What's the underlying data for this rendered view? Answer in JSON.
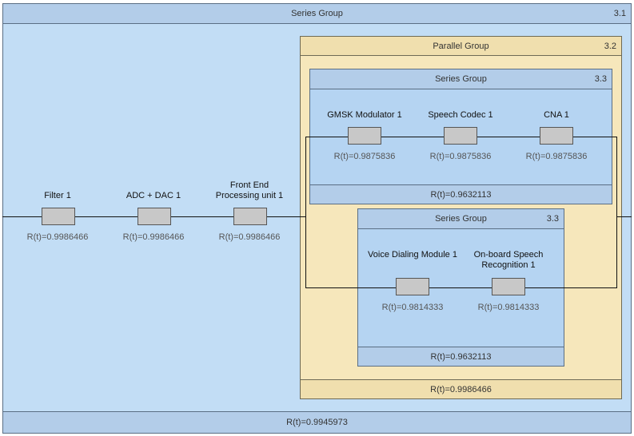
{
  "outer": {
    "title": "Series Group",
    "number": "3.1",
    "reliability": "R(t)=0.9945973"
  },
  "parallel": {
    "title": "Parallel Group",
    "number": "3.2",
    "reliability": "R(t)=0.9986466"
  },
  "series_a": {
    "title": "Series Group",
    "number": "3.3",
    "reliability": "R(t)=0.9632113"
  },
  "series_b": {
    "title": "Series Group",
    "number": "3.3",
    "reliability": "R(t)=0.9632113"
  },
  "components": {
    "filter": {
      "label": "Filter 1",
      "reliability": "R(t)=0.9986466"
    },
    "adc_dac": {
      "label": "ADC + DAC 1",
      "reliability": "R(t)=0.9986466"
    },
    "front_end": {
      "label": "Front End Processing unit 1",
      "reliability": "R(t)=0.9986466"
    },
    "gmsk": {
      "label": "GMSK Modulator 1",
      "reliability": "R(t)=0.9875836"
    },
    "speech_codec": {
      "label": "Speech Codec 1",
      "reliability": "R(t)=0.9875836"
    },
    "cna": {
      "label": "CNA 1",
      "reliability": "R(t)=0.9875836"
    },
    "voice_dialing": {
      "label": "Voice Dialing Module 1",
      "reliability": "R(t)=0.9814333"
    },
    "speech_recog": {
      "label": "On-board Speech Recognition 1",
      "reliability": "R(t)=0.9814333"
    }
  },
  "colors": {
    "series_fill": "#c2ddf5",
    "series_header": "#b3cde9",
    "parallel_fill": "#f6e7bb",
    "parallel_header": "#f0dfae",
    "block_fill": "#c8c8c8"
  }
}
